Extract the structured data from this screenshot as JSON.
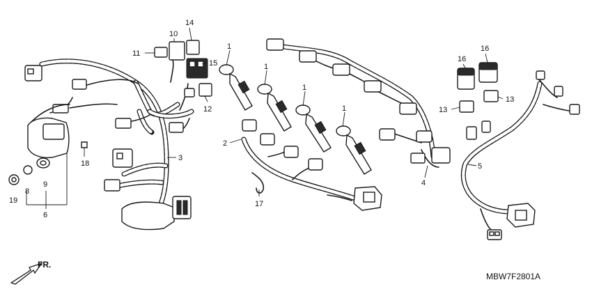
{
  "callouts": [
    {
      "id": "c1a",
      "text": "1"
    },
    {
      "id": "c1b",
      "text": "1"
    },
    {
      "id": "c1c",
      "text": "1"
    },
    {
      "id": "c1d",
      "text": "1"
    },
    {
      "id": "c2",
      "text": "2"
    },
    {
      "id": "c3",
      "text": "3"
    },
    {
      "id": "c4",
      "text": "4"
    },
    {
      "id": "c5",
      "text": "5"
    },
    {
      "id": "c6",
      "text": "6"
    },
    {
      "id": "c8",
      "text": "8"
    },
    {
      "id": "c9",
      "text": "9"
    },
    {
      "id": "c10",
      "text": "10"
    },
    {
      "id": "c11",
      "text": "11"
    },
    {
      "id": "c12",
      "text": "12"
    },
    {
      "id": "c13a",
      "text": "13"
    },
    {
      "id": "c13b",
      "text": "13"
    },
    {
      "id": "c14",
      "text": "14"
    },
    {
      "id": "c15",
      "text": "15"
    },
    {
      "id": "c16a",
      "text": "16"
    },
    {
      "id": "c16b",
      "text": "16"
    },
    {
      "id": "c17",
      "text": "17"
    },
    {
      "id": "c18",
      "text": "18"
    },
    {
      "id": "c19",
      "text": "19"
    }
  ],
  "direction_label": "FR.",
  "diagram_code": "MBW7F2801A"
}
